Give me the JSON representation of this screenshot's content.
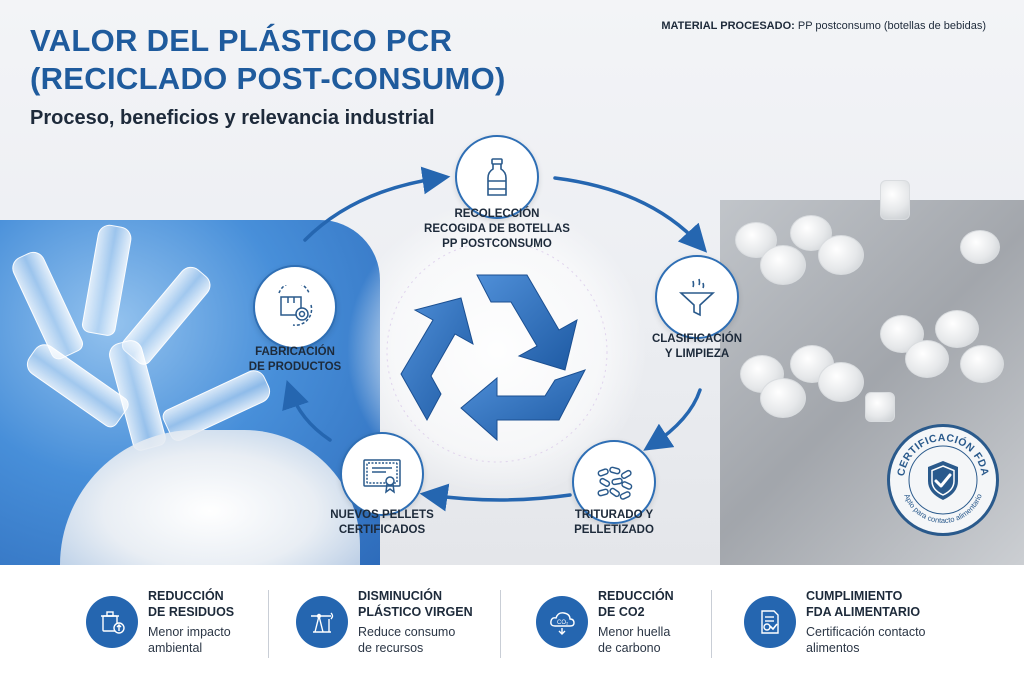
{
  "header": {
    "title_line1": "VALOR DEL PLÁSTICO PCR",
    "title_line2": "(RECICLADO POST-CONSUMO)",
    "subtitle": "Proceso, beneficios y relevancia industrial",
    "material_label": "MATERIAL PROCESADO:",
    "material_value": "PP postconsumo (botellas de bebidas)"
  },
  "cycle": {
    "steps": [
      {
        "line1": "RECOLECCIÓN",
        "line2": "RECOGIDA DE BOTELLAS",
        "line3": "PP POSTCONSUMO",
        "icon": "bottle-icon"
      },
      {
        "line1": "CLASIFICACIÓN",
        "line2": "Y LIMPIEZA",
        "icon": "funnel-icon"
      },
      {
        "line1": "TRITURADO Y",
        "line2": "PELLETIZADO",
        "icon": "pellets-icon"
      },
      {
        "line1": "NUEVOS PELLETS",
        "line2": "CERTIFICADOS",
        "icon": "certificate-icon"
      },
      {
        "line1": "FABRICACIÓN",
        "line2": "DE PRODUCTOS",
        "icon": "box-gear-icon"
      }
    ],
    "center_icon": "recycle-icon",
    "accent_color": "#2566b0"
  },
  "badge": {
    "top_text": "CERTIFICACIÓN FDA",
    "bottom_text": "Apto para contacto alimentario",
    "icon": "shield-check-icon"
  },
  "benefits": [
    {
      "title1": "REDUCCIÓN",
      "title2": "DE RESIDUOS",
      "desc1": "Menor impacto",
      "desc2": "ambiental",
      "icon": "waste-bin-icon"
    },
    {
      "title1": "DISMINUCIÓN",
      "title2": "PLÁSTICO VIRGEN",
      "desc1": "Reduce consumo",
      "desc2": "de recursos",
      "icon": "oil-pump-icon"
    },
    {
      "title1": "REDUCCIÓN",
      "title2": "DE CO2",
      "desc1": "Menor huella",
      "desc2": "de carbono",
      "icon": "co2-cloud-icon"
    },
    {
      "title1": "CUMPLIMIENTO",
      "title2": "FDA ALIMENTARIO",
      "desc1": "Certificación contacto",
      "desc2": "alimentos",
      "icon": "document-seal-icon"
    }
  ]
}
